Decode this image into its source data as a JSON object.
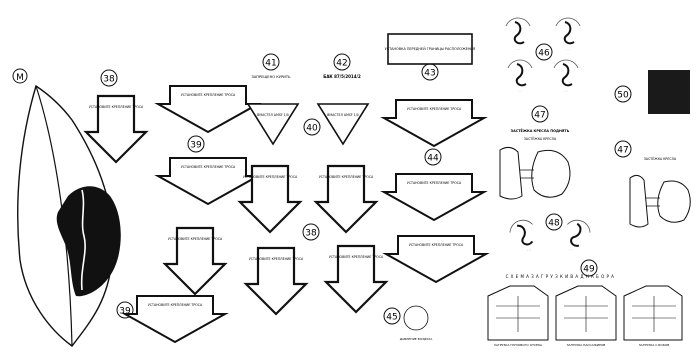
{
  "labels": {
    "m": "M",
    "n38": "38",
    "n39": "39",
    "n40": "40",
    "n41": "41",
    "n42": "42",
    "n43": "43",
    "n44": "44",
    "n45": "45",
    "n46": "46",
    "n47": "47",
    "n48": "48",
    "n49": "49",
    "n50": "50"
  },
  "texts": {
    "sign_41_caption": "ЗАПРЕЩЕНО КУРИТЬ",
    "sign_42_caption": "БАК 87/5/2014/2",
    "triangle_text": "ВМАСТЕЛ AMSF 1/0",
    "box_43_text": "УСТАНОВКА ПЕРЕДНЕЙ ГРАНИЦЫ РАСПОЛОЖЕНИЯ",
    "arrow_text": "УСТАНОВИТЕ КРЕПЛЕНИЕ ТРОСА",
    "circle_45_caption": "ДАВЛЕНИЕ ВОЗДУХА",
    "caption_47_a": "ЗАСТЁЖКА КРЕСЛА ПОДНЯТЬ",
    "caption_47_b": "ЗАСТЁЖКА КРЕСЛА",
    "caption_49_title": "С Х Е М А   З А Г Р У З К И   В А Д   Н А Б О Р А",
    "caption_49_left": "ЗАГРУЗКА ГРУЗОВОГО ОТСЕКА",
    "caption_49_mid": "ЗАГРУЗКА ПАССАЖИРОВ",
    "caption_49_right": "ЗАГРУЗКА С БОКОВ"
  }
}
